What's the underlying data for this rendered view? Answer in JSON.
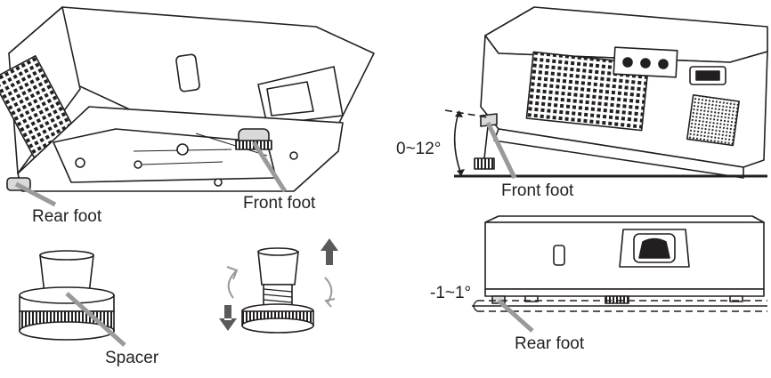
{
  "labels": {
    "rear_foot_bottom_view": "Rear foot",
    "front_foot_bottom_view": "Front foot",
    "spacer": "Spacer",
    "front_foot_side_view": "Front foot",
    "angle_front": "0~12°",
    "angle_rear": "-1~1°",
    "rear_foot_front_view": "Rear foot"
  },
  "icons": {
    "rotate_left": "curved-arrow-icon",
    "rotate_right": "curved-arrow-icon",
    "up_arrow": "arrow-up-icon",
    "down_arrow": "arrow-down-icon"
  },
  "colors": {
    "line": "#231f20",
    "leader": "#9a9a9a",
    "shade": "#d9d9d9"
  }
}
